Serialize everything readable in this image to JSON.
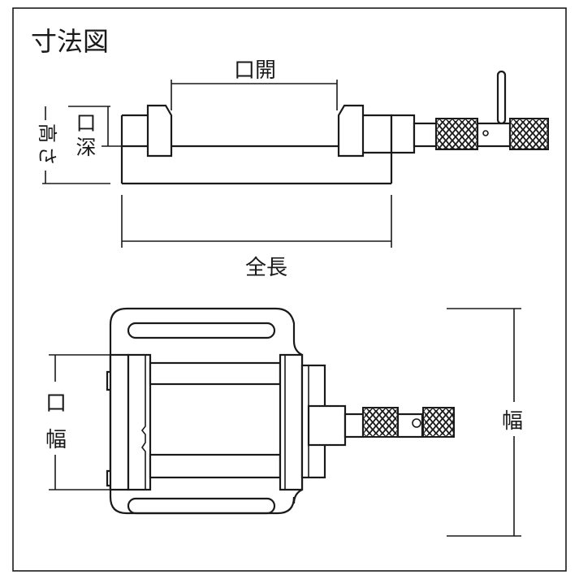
{
  "title": "寸法図",
  "labels": {
    "jaw_opening": "口開",
    "jaw_depth": [
      "口",
      "深"
    ],
    "height": [
      "高",
      "さ"
    ],
    "overall_length": "全長",
    "jaw_width": [
      "口",
      "幅"
    ],
    "width": "幅"
  },
  "colors": {
    "line": "#1a1a1a",
    "background": "#ffffff"
  }
}
